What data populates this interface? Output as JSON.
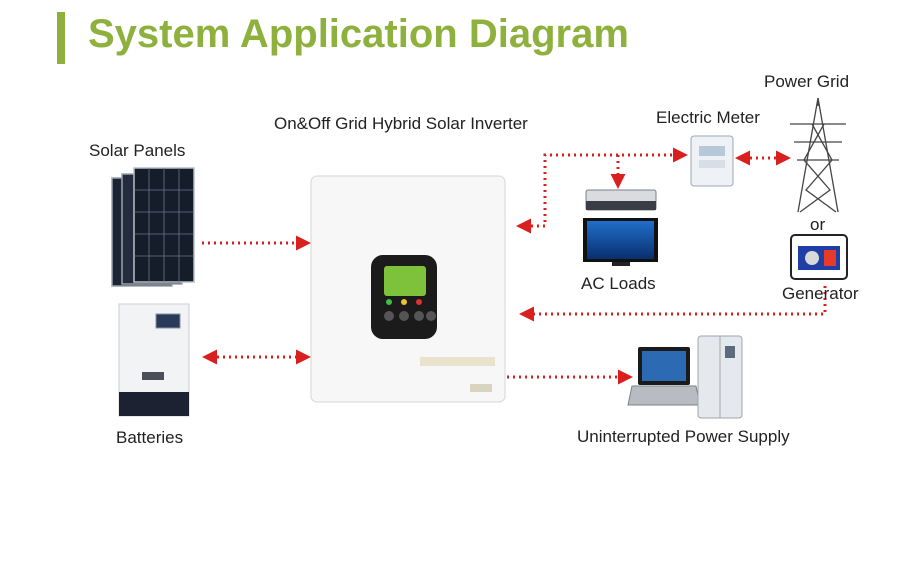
{
  "title": "System Application Diagram",
  "labels": {
    "inverter": "On&Off Grid Hybrid Solar Inverter",
    "solar_panels": "Solar Panels",
    "batteries": "Batteries",
    "electric_meter": "Electric Meter",
    "power_grid": "Power Grid",
    "or": "or",
    "generator": "Generator",
    "ac_loads": "AC Loads",
    "ups": "Uninterrupted Power Supply"
  },
  "colors": {
    "title": "#8db13c",
    "arrow": "#d9201f"
  }
}
